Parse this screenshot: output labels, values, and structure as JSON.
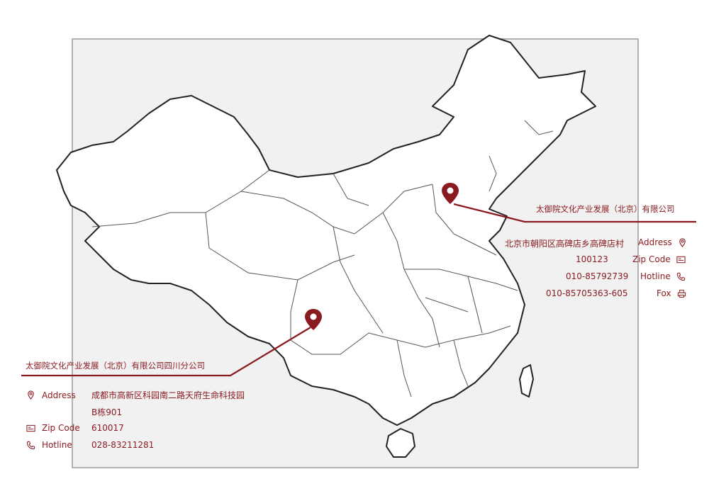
{
  "colors": {
    "accent": "#8a1a1f",
    "map_stroke": "#222222"
  },
  "beijing": {
    "company": "太御院文化产业发展（北京）有限公司",
    "rows": [
      {
        "label": "Address",
        "value": "北京市朝阳区高碑店乡高碑店村",
        "icon": "location-pin-icon"
      },
      {
        "label": "Zip Code",
        "value": "100123",
        "icon": "id-card-icon"
      },
      {
        "label": "Hotline",
        "value": "010-85792739",
        "icon": "phone-icon"
      },
      {
        "label": "Fox",
        "value": "010-85705363-605",
        "icon": "printer-icon"
      }
    ]
  },
  "sichuan": {
    "company": "太御院文化产业发展（北京）有限公司四川分公司",
    "rows": [
      {
        "label": "Address",
        "value": "成都市高新区科园南二路天府生命科技园",
        "value2": "B栋901",
        "icon": "location-pin-icon"
      },
      {
        "label": "Zip Code",
        "value": "610017",
        "icon": "id-card-icon"
      },
      {
        "label": "Hotline",
        "value": "028-83211281",
        "icon": "phone-icon"
      }
    ]
  }
}
